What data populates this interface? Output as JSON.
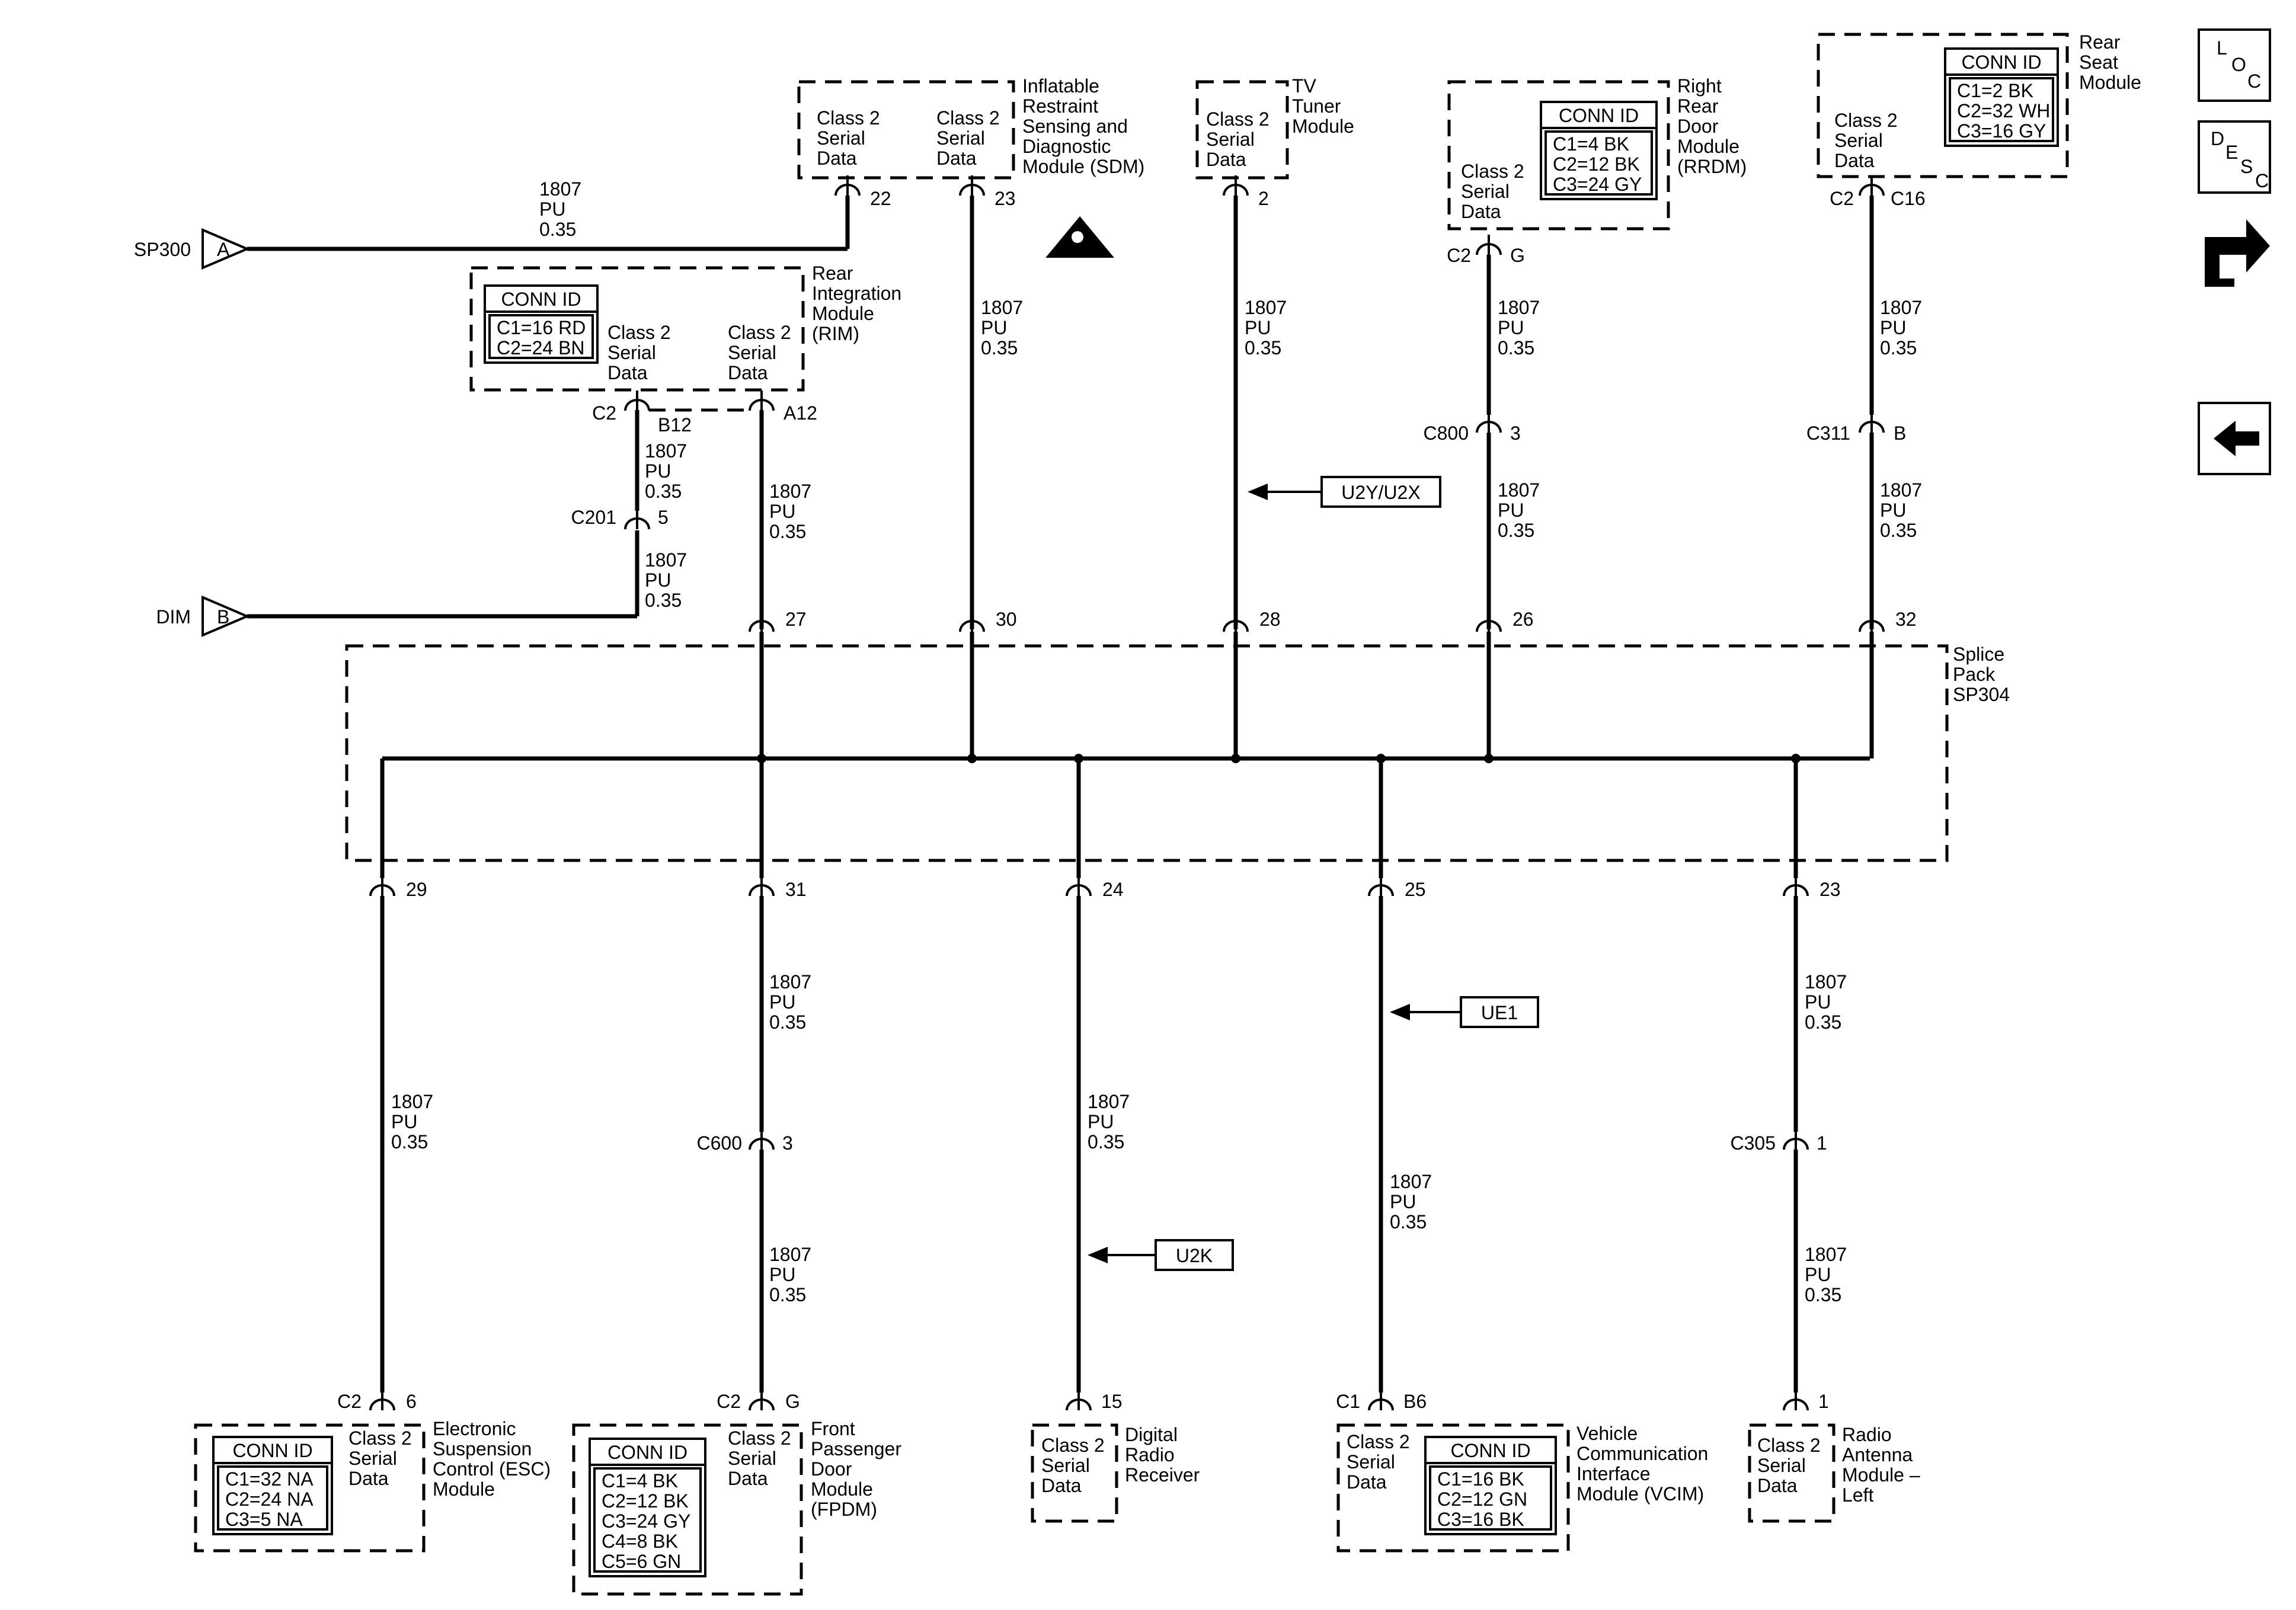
{
  "wire": {
    "circuit": "1807",
    "color": "PU",
    "gauge": "0.35"
  },
  "terminal_label": "Class 2 Serial Data",
  "conn_id_title": "CONN ID",
  "splice": {
    "name": "Splice Pack SP304"
  },
  "inputs": [
    {
      "name": "SP300",
      "letter": "A"
    },
    {
      "name": "DIM",
      "letter": "B"
    }
  ],
  "modules": {
    "sdm": {
      "name": "Inflatable Restraint Sensing and Diagnostic Module (SDM)",
      "pins": [
        "22",
        "23"
      ]
    },
    "tv": {
      "name": "TV Tuner Module",
      "pin": "2"
    },
    "rrdm": {
      "name": "Right Rear Door Module (RRDM)",
      "conn": "C2",
      "pin": "G",
      "conn_ids": [
        "C1=4 BK",
        "C2=12 BK",
        "C3=24 GY"
      ]
    },
    "rsm": {
      "name": "Rear Seat Module",
      "conn": "C2",
      "pin": "C16",
      "conn_ids": [
        "C1=2 BK",
        "C2=32 WH",
        "C3=16 GY"
      ]
    },
    "rim": {
      "name": "Rear Integration Module (RIM)",
      "conn": "C2",
      "pins": [
        "B12",
        "A12"
      ],
      "conn_ids": [
        "C1=16 RD",
        "C2=24 BN"
      ]
    },
    "esc": {
      "name": "Electronic Suspension Control (ESC) Module",
      "conn": "C2",
      "pin": "6",
      "conn_ids": [
        "C1=32 NA",
        "C2=24 NA",
        "C3=5 NA"
      ]
    },
    "fpdm": {
      "name": "Front Passenger Door Module (FPDM)",
      "conn": "C2",
      "pin": "G",
      "conn_ids": [
        "C1=4 BK",
        "C2=12 BK",
        "C3=24 GY",
        "C4=8 BK",
        "C5=6 GN"
      ]
    },
    "drr": {
      "name": "Digital Radio Receiver",
      "pin": "15"
    },
    "vcim": {
      "name": "Vehicle Communication Interface Module (VCIM)",
      "conn": "C1",
      "pin": "B6",
      "conn_ids": [
        "C1=16 BK",
        "C2=12 GN",
        "C3=16 BK"
      ]
    },
    "ram": {
      "name": "Radio Antenna Module – Left",
      "pin": "1"
    }
  },
  "inline_connectors": {
    "c201": {
      "name": "C201",
      "pin": "5"
    },
    "c800": {
      "name": "C800",
      "pin": "3"
    },
    "c311": {
      "name": "C311",
      "pin": "B"
    },
    "c600": {
      "name": "C600",
      "pin": "3"
    },
    "c305": {
      "name": "C305",
      "pin": "1"
    }
  },
  "splice_pins": {
    "top": [
      "27",
      "30",
      "28",
      "26",
      "32"
    ],
    "bottom": [
      "29",
      "31",
      "24",
      "25",
      "23"
    ]
  },
  "options": [
    "U2Y/U2X",
    "UE1",
    "U2K"
  ],
  "nav": {
    "loc": "LOC",
    "desc": "DESC",
    "loc_icon": "loc-icon",
    "desc_icon": "desc-icon",
    "connector_icon": "connector-icon",
    "back_icon": "back-arrow-icon"
  }
}
